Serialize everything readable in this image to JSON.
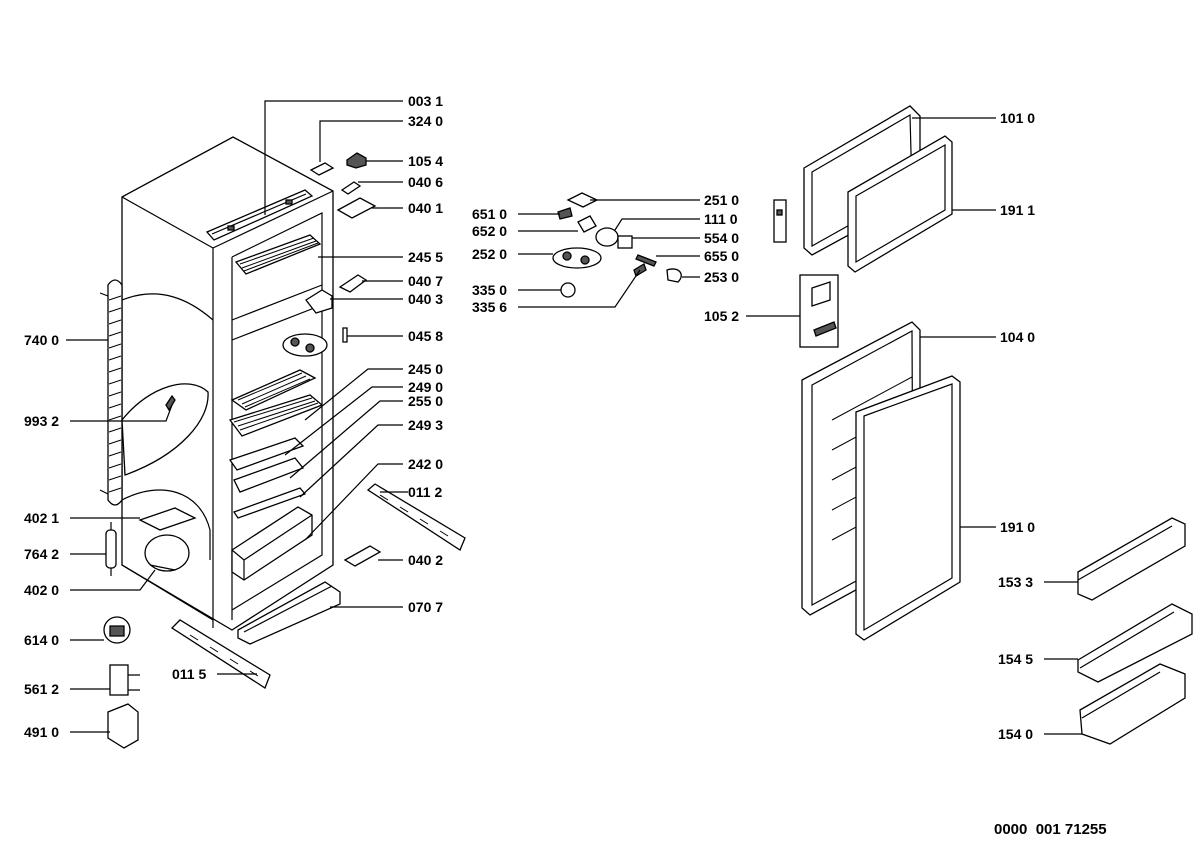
{
  "drawing_code": "0000  001 71255",
  "part_labels": {
    "p0031": "003 1",
    "p3240": "324 0",
    "p1054": "105 4",
    "p0406": "040 6",
    "p0401": "040 1",
    "p2455": "245 5",
    "p0407": "040 7",
    "p0403": "040 3",
    "p0458": "045 8",
    "p2450": "245 0",
    "p2490": "249 0",
    "p2550": "255 0",
    "p2493": "249 3",
    "p2420": "242 0",
    "p0112": "011 2",
    "p0402": "040 2",
    "p0707": "070 7",
    "p0115": "011 5",
    "p7400": "740 0",
    "p9932": "993 2",
    "p4021": "402 1",
    "p7642": "764 2",
    "p4020": "402 0",
    "p6140": "614 0",
    "p5612": "561 2",
    "p4910": "491 0",
    "p6510": "651 0",
    "p6520": "652 0",
    "p2520": "252 0",
    "p3350": "335 0",
    "p3356": "335 6",
    "p2510": "251 0",
    "p1110": "111 0",
    "p5540": "554 0",
    "p6550": "655 0",
    "p2530": "253 0",
    "p1052": "105 2",
    "p1010": "101 0",
    "p1911": "191 1",
    "p1040": "104 0",
    "p1910": "191 0",
    "p1533": "153 3",
    "p1545": "154 5",
    "p1540": "154 0"
  }
}
